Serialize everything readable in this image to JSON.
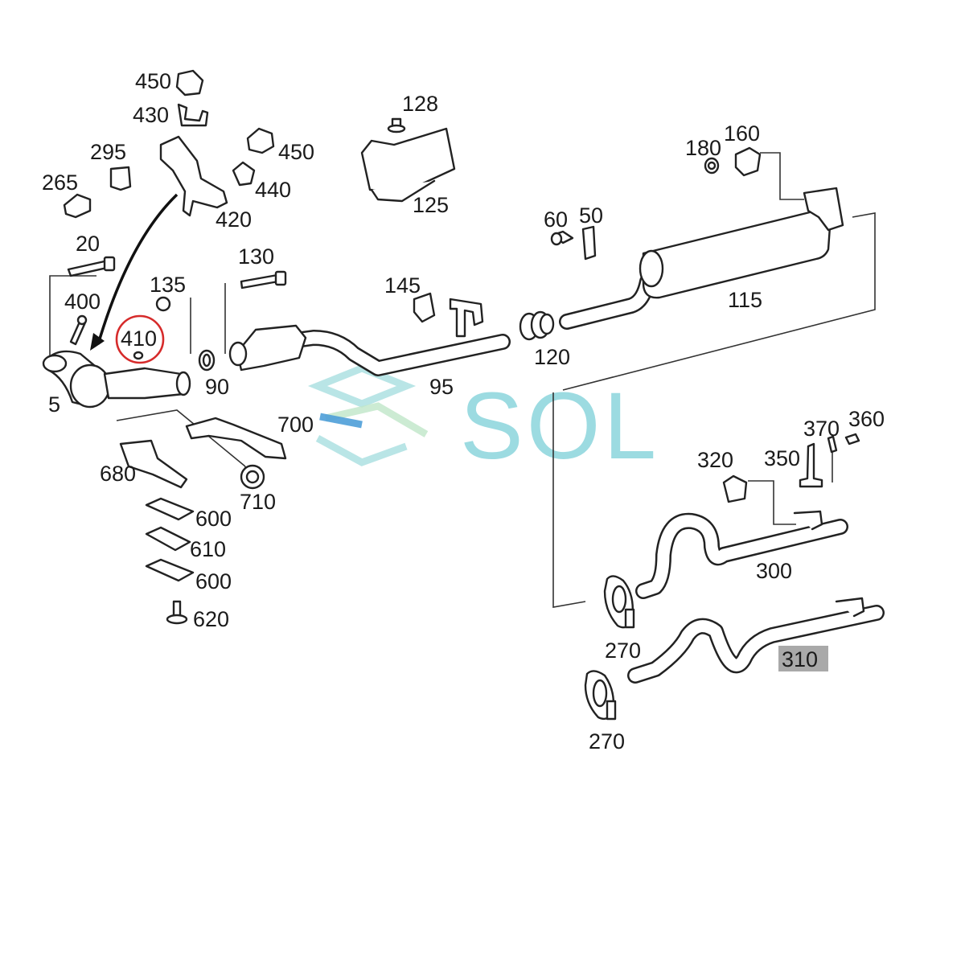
{
  "diagram": {
    "watermark": "SOL",
    "highlight_colors": {
      "circle": "#d62b2b",
      "box": "#a9a9a9",
      "watermark": "#7ccfd8"
    },
    "labels": {
      "l450a": "450",
      "l430": "430",
      "l295": "295",
      "l450b": "450",
      "l440": "440",
      "l265": "265",
      "l420": "420",
      "l128": "128",
      "l125": "125",
      "l180": "180",
      "l160": "160",
      "l60": "60",
      "l50": "50",
      "l20": "20",
      "l130": "130",
      "l135": "135",
      "l400": "400",
      "l145": "145",
      "l410": "410",
      "l115": "115",
      "l120": "120",
      "l90": "90",
      "l95": "95",
      "l5": "5",
      "l700": "700",
      "l370": "370",
      "l360": "360",
      "l680": "680",
      "l320": "320",
      "l350": "350",
      "l710": "710",
      "l600a": "600",
      "l610": "610",
      "l600b": "600",
      "l300": "300",
      "l620": "620",
      "l270a": "270",
      "l310": "310",
      "l270b": "270"
    }
  }
}
